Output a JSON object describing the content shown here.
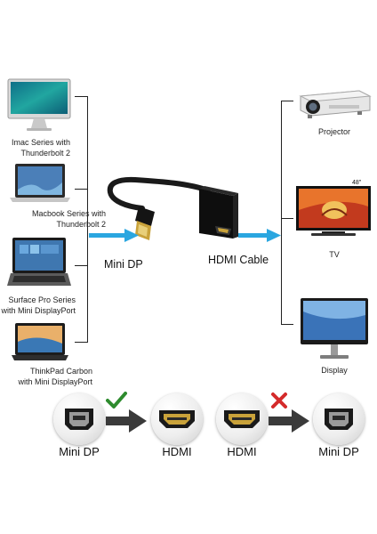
{
  "sources": [
    {
      "line1": "Imac Series with",
      "line2": "Thunderbolt 2"
    },
    {
      "line1": "Macbook Series with",
      "line2": "Thunderbolt 2"
    },
    {
      "line1": "Surface Pro Series",
      "line2": "with Mini DisplayPort"
    },
    {
      "line1": "ThinkPad Carbon",
      "line2": "with Mini DisplayPort"
    }
  ],
  "displays": [
    "Projector",
    "TV",
    "Display"
  ],
  "tv_size": "48\"",
  "adapter": {
    "input": "Mini DP",
    "output": "HDMI Cable"
  },
  "compat": [
    {
      "from": "Mini DP",
      "to": "HDMI",
      "status": "check",
      "color": "#2e8b2e"
    },
    {
      "from": "HDMI",
      "to": "Mini DP",
      "status": "cross",
      "color": "#d42a2a"
    }
  ],
  "colors": {
    "arrow": "#2aa6e0",
    "frame": "#222222"
  }
}
